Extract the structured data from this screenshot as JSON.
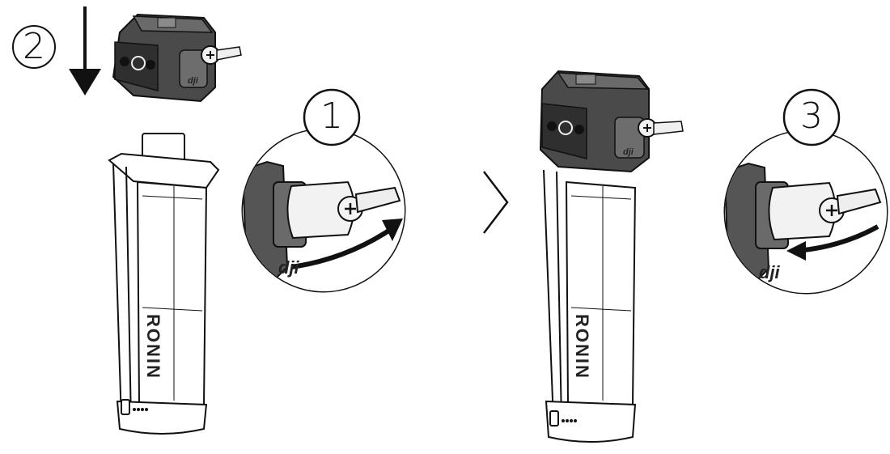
{
  "steps": {
    "one": "1",
    "two": "2",
    "three": "3"
  },
  "brand": {
    "left_grip": "RONIN",
    "right_grip": "RONIN",
    "logo": "dji"
  },
  "icons": {
    "down_arrow": "arrow-down-icon",
    "next": "chevron-right-icon",
    "rotate_cw": "rotate-clockwise-icon",
    "rotate_ccw": "rotate-counterclockwise-icon"
  },
  "colors": {
    "ink": "#111111",
    "module_dark": "#3a3a3a",
    "module_mid": "#6f6f6f",
    "grip_line": "#222222",
    "background": "#ffffff"
  }
}
